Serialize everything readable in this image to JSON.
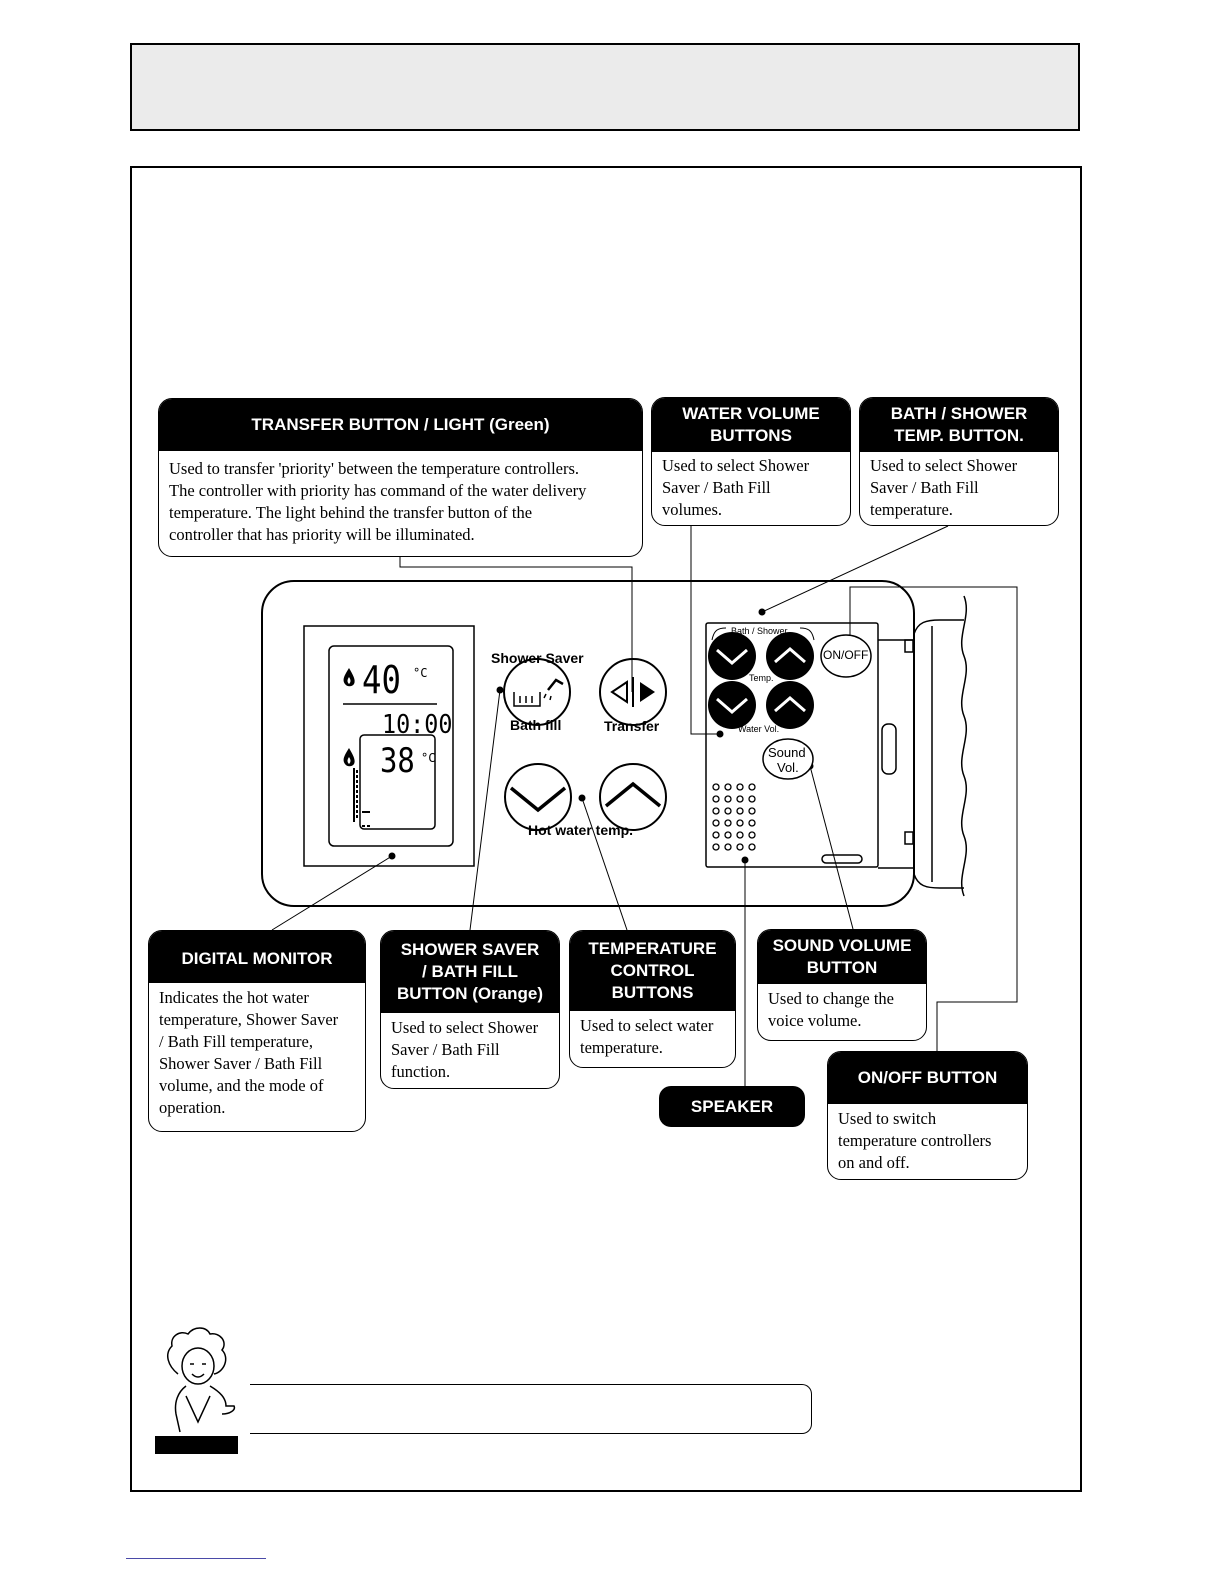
{
  "callouts": {
    "transfer": {
      "title": "TRANSFER BUTTON / LIGHT (Green)",
      "lines": [
        "Used to transfer 'priority' between the temperature controllers.",
        "The controller with priority has command of the water delivery",
        "temperature.  The light behind the transfer button of the",
        "controller that has priority will be illuminated."
      ]
    },
    "water_volume": {
      "title_lines": [
        "WATER VOLUME",
        "BUTTONS"
      ],
      "lines": [
        "Used to select Shower",
        "Saver / Bath Fill",
        "volumes."
      ]
    },
    "bath_shower_temp": {
      "title_lines": [
        "BATH / SHOWER",
        "TEMP. BUTTON."
      ],
      "lines": [
        "Used to select Shower",
        "Saver / Bath Fill",
        "temperature."
      ]
    },
    "digital_monitor": {
      "title": "DIGITAL MONITOR",
      "lines": [
        "Indicates the hot water",
        "temperature, Shower Saver",
        "/ Bath Fill temperature,",
        "Shower Saver / Bath Fill",
        "volume, and the mode of",
        "operation."
      ]
    },
    "shower_saver": {
      "title_lines": [
        "SHOWER SAVER",
        "/ BATH FILL",
        "BUTTON (Orange)"
      ],
      "lines": [
        "Used to select Shower",
        "Saver / Bath Fill",
        "function."
      ]
    },
    "temp_control": {
      "title_lines": [
        "TEMPERATURE",
        "CONTROL",
        "BUTTONS"
      ],
      "lines": [
        "Used to select water",
        "temperature."
      ]
    },
    "sound_volume": {
      "title_lines": [
        "SOUND VOLUME",
        "BUTTON"
      ],
      "lines": [
        "Used to change the",
        "voice volume."
      ]
    },
    "on_off": {
      "title": "ON/OFF BUTTON",
      "lines": [
        "Used to switch",
        "temperature controllers",
        "on and off."
      ]
    },
    "speaker": {
      "title": "SPEAKER"
    }
  },
  "panel": {
    "display": {
      "main_temp": "40",
      "unit": "°C",
      "clock": "10:00",
      "set_temp": "38"
    },
    "shower_saver_label": "Shower Saver",
    "bath_fill_label": "Bath fill",
    "transfer_label": "Transfer",
    "hot_water_temp_label": "Hot water temp.",
    "bath_shower_label": "Bath / Shower",
    "temp_small_label": "Temp.",
    "water_vol_label": "Water Vol.",
    "on_off_label": "ON/OFF",
    "sound_label": "Sound",
    "vol_label": "Vol."
  },
  "icons": [
    "flame-icon",
    "shower-bath-icon",
    "transfer-arrows-icon",
    "chevron-up-icon",
    "chevron-down-icon",
    "speaker-grille-icon",
    "lady-mascot-icon"
  ]
}
